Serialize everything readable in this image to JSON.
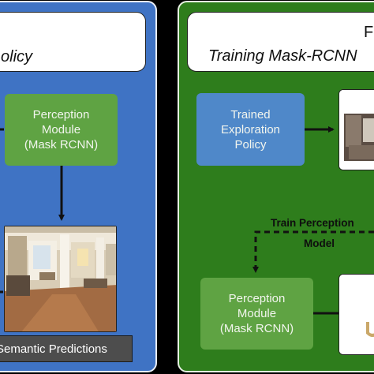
{
  "left_panel": {
    "title_line1": "...",
    "title_line2": "olicy",
    "perception_module": {
      "line1": "Perception",
      "line2": "Module",
      "line3": "(Mask RCNN)"
    },
    "caption": "Semantic Predictions"
  },
  "right_panel": {
    "title_line1": "F",
    "title_line2": "Training Mask-RCNN",
    "trained_policy": {
      "line1": "Trained",
      "line2": "Exploration",
      "line3": "Policy"
    },
    "train_perception_label_line1": "Train Perception",
    "train_perception_label_line2": "Model",
    "perception_module": {
      "line1": "Perception",
      "line2": "Module",
      "line3": "(Mask RCNN)"
    }
  },
  "colors": {
    "blue_panel": "#3f73c4",
    "green_panel": "#2e7d1c",
    "green_node": "#5fa343",
    "blue_node": "#4f88c9",
    "caption_bg": "#4d4d4d"
  }
}
